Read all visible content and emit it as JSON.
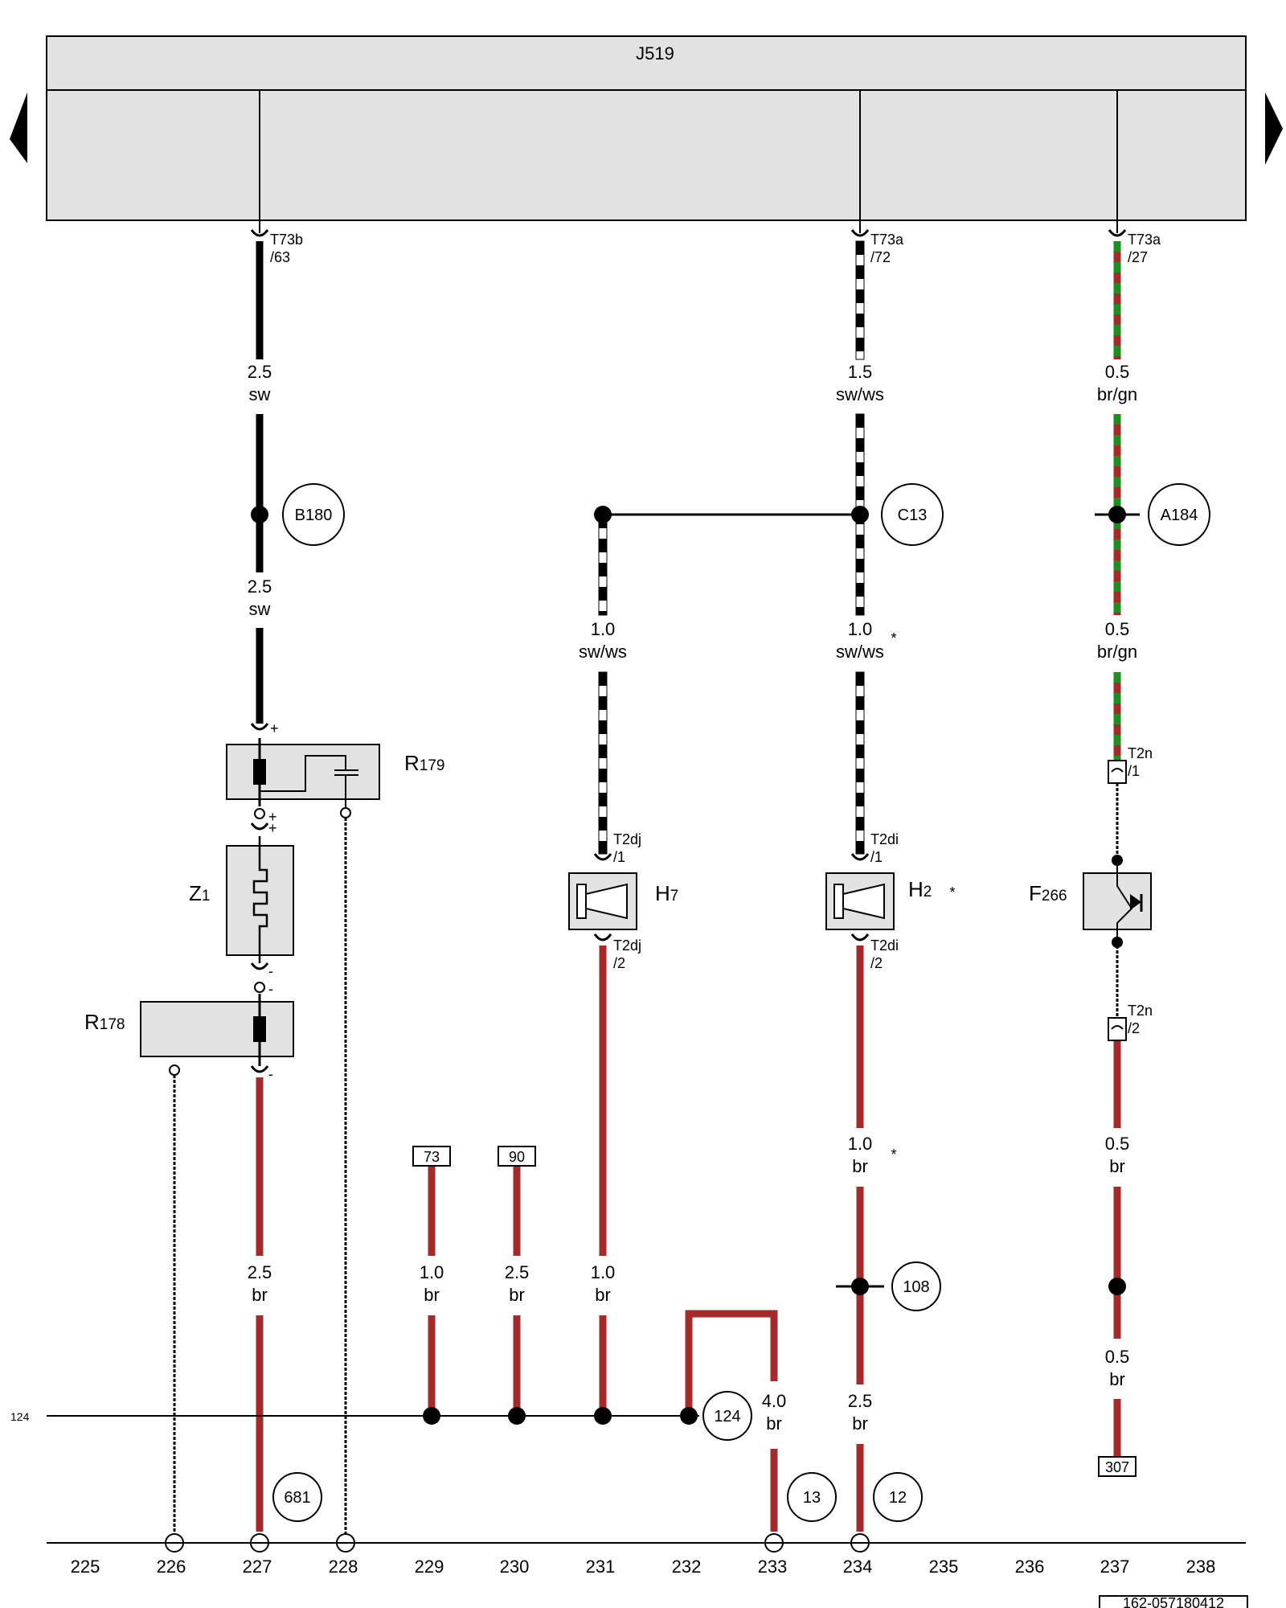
{
  "module": {
    "name": "J519"
  },
  "connectors": [
    {
      "id": "T73b/63",
      "line1": "T73b",
      "line2": "/63"
    },
    {
      "id": "T73a/72",
      "line1": "T73a",
      "line2": "/72"
    },
    {
      "id": "T73a/27",
      "line1": "T73a",
      "line2": "/27"
    },
    {
      "id": "T2dj/1",
      "line1": "T2dj",
      "line2": "/1"
    },
    {
      "id": "T2dj/2",
      "line1": "T2dj",
      "line2": "/2"
    },
    {
      "id": "T2di/1",
      "line1": "T2di",
      "line2": "/1"
    },
    {
      "id": "T2di/2",
      "line1": "T2di",
      "line2": "/2"
    },
    {
      "id": "T2n/1",
      "line1": "T2n",
      "line2": "/1"
    },
    {
      "id": "T2n/2",
      "line1": "T2n",
      "line2": "/2"
    }
  ],
  "wire_labels": [
    {
      "size": "2.5",
      "color": "sw"
    },
    {
      "size": "2.5",
      "color": "sw"
    },
    {
      "size": "1.5",
      "color": "sw/ws"
    },
    {
      "size": "1.0",
      "color": "sw/ws"
    },
    {
      "size": "1.0",
      "color": "sw/ws"
    },
    {
      "size": "0.5",
      "color": "br/gn"
    },
    {
      "size": "0.5",
      "color": "br/gn"
    },
    {
      "size": "2.5",
      "color": "br"
    },
    {
      "size": "1.0",
      "color": "br"
    },
    {
      "size": "2.5",
      "color": "br"
    },
    {
      "size": "1.0",
      "color": "br"
    },
    {
      "size": "4.0",
      "color": "br"
    },
    {
      "size": "1.0",
      "color": "br"
    },
    {
      "size": "2.5",
      "color": "br"
    },
    {
      "size": "0.5",
      "color": "br"
    },
    {
      "size": "0.5",
      "color": "br"
    }
  ],
  "nodes": [
    "B180",
    "C13",
    "A184",
    "108",
    "124",
    "681",
    "13",
    "12"
  ],
  "components": [
    {
      "id": "R179",
      "letter": "R",
      "sub": "179"
    },
    {
      "id": "Z1",
      "letter": "Z",
      "sub": "1"
    },
    {
      "id": "R178",
      "letter": "R",
      "sub": "178"
    },
    {
      "id": "H7",
      "letter": "H",
      "sub": "7"
    },
    {
      "id": "H2",
      "letter": "H",
      "sub": "2"
    },
    {
      "id": "F266",
      "letter": "F",
      "sub": "266"
    }
  ],
  "refs": [
    "73",
    "90",
    "307"
  ],
  "ground_label": "124",
  "asterisk": "*",
  "polarity": {
    "plus": "+",
    "minus": "-"
  },
  "columns": [
    "225",
    "226",
    "227",
    "228",
    "229",
    "230",
    "231",
    "232",
    "233",
    "234",
    "235",
    "236",
    "237",
    "238"
  ],
  "doc_code": "162-057180412",
  "wire_colors": {
    "sw": "#000000",
    "ws": "#ffffff",
    "br": "#a52a2a",
    "gn": "#1e8f1e"
  }
}
